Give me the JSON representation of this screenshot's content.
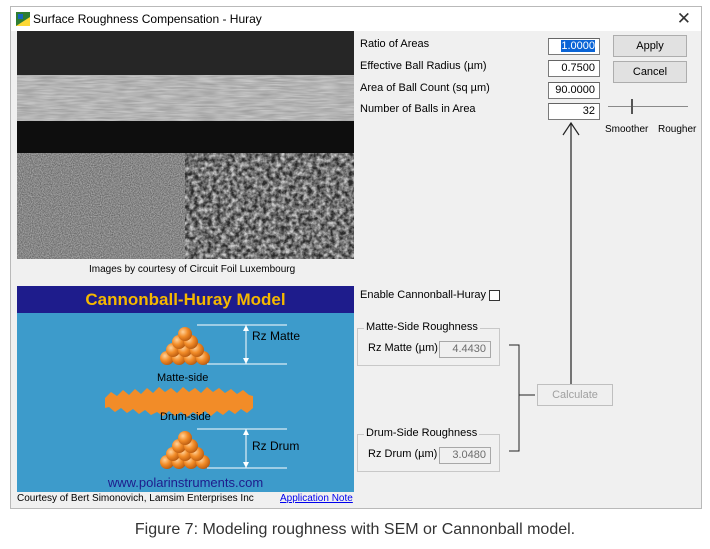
{
  "window": {
    "title": "Surface Roughness Compensation - Huray",
    "close": "✕"
  },
  "params": [
    {
      "label": "Ratio of Areas",
      "value": "1.0000"
    },
    {
      "label": "Effective Ball Radius (µm)",
      "value": "0.7500"
    },
    {
      "label": "Area of Ball Count (sq µm)",
      "value": "90.0000"
    },
    {
      "label": "Number of Balls in Area",
      "value": "32"
    }
  ],
  "buttons": {
    "apply": "Apply",
    "cancel": "Cancel",
    "calculate": "Calculate"
  },
  "slider": {
    "left_label": "Smoother",
    "right_label": "Rougher",
    "level": 0.3
  },
  "sem": {
    "credit": "Images by courtesy of Circuit Foil Luxembourg"
  },
  "model": {
    "title": "Cannonball-Huray Model",
    "rz_matte": "Rz Matte",
    "matte_side": "Matte-side",
    "drum_side": "Drum-side",
    "rz_drum": "Rz Drum",
    "url": "www.polarinstruments.com"
  },
  "footer": {
    "courtesy": "Courtesy of Bert Simonovich, Lamsim Enterprises Inc",
    "app_note": "Application Note"
  },
  "enable": {
    "label": "Enable Cannonball-Huray",
    "checked": false
  },
  "matte_group": {
    "title": "Matte-Side Roughness",
    "label": "Rz Matte (µm)",
    "value": "4.4430"
  },
  "drum_group": {
    "title": "Drum-Side Roughness",
    "label": "Rz Drum (µm)",
    "value": "3.0480"
  },
  "caption": "Figure 7: Modeling roughness with SEM or Cannonball model.",
  "colors": {
    "model_bg": "#3d9bcb",
    "model_header": "#1e1c8c",
    "model_title": "#f5b800",
    "copper": "#f28c28",
    "selection": "#0a64d6"
  }
}
